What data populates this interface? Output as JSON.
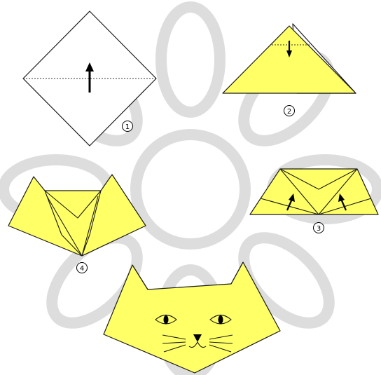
{
  "colors": {
    "paper_plain": "#ffffff",
    "paper_yellow": "#ffff66",
    "outline": "#1a1a1a",
    "watermark": "#dddddd"
  },
  "steps": [
    {
      "label": "1"
    },
    {
      "label": "2"
    },
    {
      "label": "3"
    },
    {
      "label": "4"
    }
  ],
  "icons": [
    "up-arrow-icon",
    "down-arrow-icon"
  ]
}
